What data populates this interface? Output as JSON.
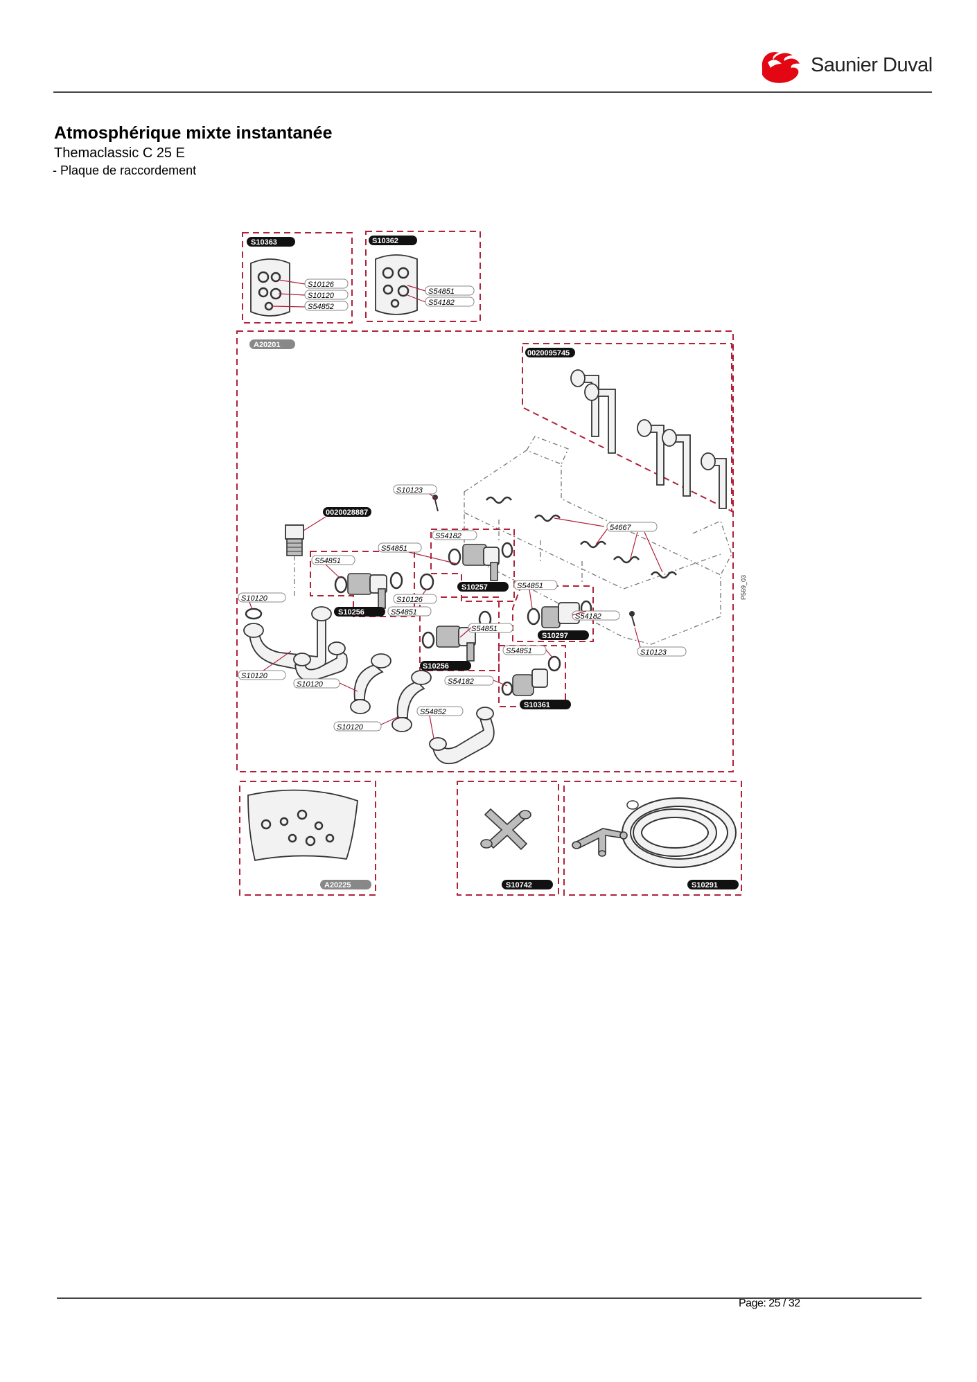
{
  "header": {
    "brand": "Saunier Duval",
    "brand_color": "#e30613",
    "title": "Atmosphérique mixte instantanée",
    "model": "Themaclassic C 25 E",
    "section": "- Plaque de raccordement"
  },
  "footer": {
    "page": "Page: 25 / 32"
  },
  "diagram": {
    "drawing_code": "P569_03",
    "kits": [
      {
        "id": "k1",
        "code": "S10363",
        "style": "dark"
      },
      {
        "id": "k2",
        "code": "S10362",
        "style": "dark"
      },
      {
        "id": "k3",
        "code": "A20201",
        "style": "grey"
      },
      {
        "id": "k4",
        "code": "0020095745",
        "style": "dark"
      },
      {
        "id": "k5",
        "code": "0020028887",
        "style": "dark"
      },
      {
        "id": "k6",
        "code": "S10257",
        "style": "dark"
      },
      {
        "id": "k7",
        "code": "S10256",
        "style": "dark"
      },
      {
        "id": "k8",
        "code": "S10297",
        "style": "dark"
      },
      {
        "id": "k9",
        "code": "S10256",
        "style": "dark"
      },
      {
        "id": "k10",
        "code": "S10361",
        "style": "dark"
      },
      {
        "id": "k11",
        "code": "A20225",
        "style": "grey"
      },
      {
        "id": "k12",
        "code": "S10742",
        "style": "dark"
      },
      {
        "id": "k13",
        "code": "S10291",
        "style": "dark"
      }
    ],
    "parts": [
      "S10126",
      "S10120",
      "S54852",
      "S54851",
      "S54182",
      "S10123",
      "S54182",
      "54667",
      "S54851",
      "S54851",
      "S10120",
      "S10126",
      "S54851",
      "S54851",
      "S54182",
      "S10120",
      "S10120",
      "S54851",
      "S10123",
      "S54182",
      "S10120",
      "S54852",
      "S54851"
    ]
  }
}
